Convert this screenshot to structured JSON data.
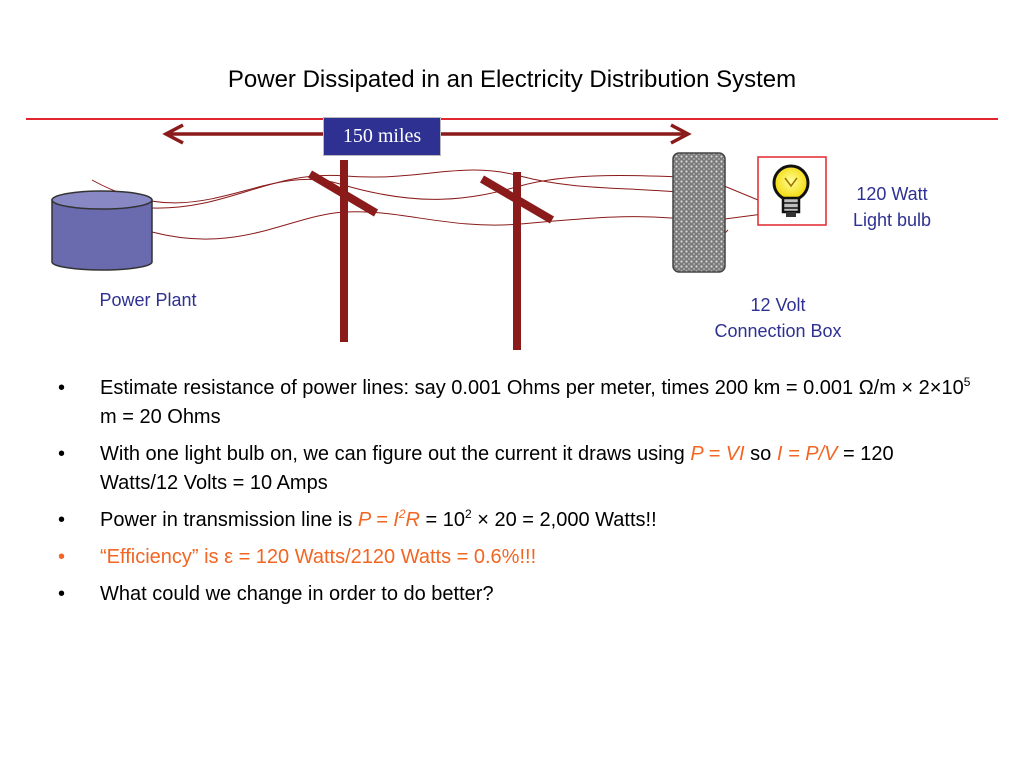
{
  "slide": {
    "title": "Power Dissipated in an Electricity Distribution System",
    "colors": {
      "rule": "#e0262e",
      "label": "#2e3192",
      "pole": "#8b1a1a",
      "plant": "#6a6aae",
      "highlight": "#f26522"
    }
  },
  "diagram": {
    "distance_label": "150 miles",
    "power_plant_label": "Power Plant",
    "connection_box_label_line1": "12 Volt",
    "connection_box_label_line2": "Connection Box",
    "bulb_label_line1": "120 Watt",
    "bulb_label_line2": "Light bulb",
    "icons": [
      "double-arrow-icon",
      "power-plant-cylinder-icon",
      "utility-pole-icon",
      "connection-box-icon",
      "light-bulb-icon"
    ]
  },
  "bullets": {
    "b1": {
      "text1": "Estimate resistance of power lines: say 0.001 Ohms per meter, times 200 km = 0.001 ",
      "omega": "Ω",
      "text2": "/m × 2×10",
      "exp": "5",
      "text3": " m = 20 Ohms"
    },
    "b2": {
      "text1": "With one light bulb on, we can figure out the current it draws using ",
      "eq1": "P = VI",
      "text2": " so ",
      "eq2": "I = P/V",
      "text3": " = 120 Watts/12 Volts = 10 Amps"
    },
    "b3": {
      "text1": "Power in transmission line is ",
      "eq_p": "P = I",
      "eq_exp": "2",
      "eq_r": "R",
      "text2": " = 10",
      "exp": "2",
      "text3": " × 20 = 2,000 Watts!!"
    },
    "b4": {
      "text": "“Efficiency” is ε = 120 Watts/2120 Watts = 0.6%!!!"
    },
    "b5": {
      "text": "What could we change in order to do better?"
    },
    "marker": "•"
  }
}
